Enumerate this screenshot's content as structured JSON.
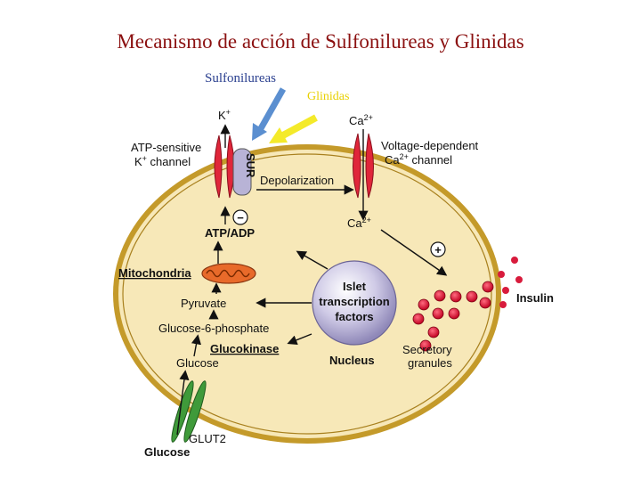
{
  "title": "Mecanismo de acción de Sulfonilureas y Glinidas",
  "drug_labels": {
    "sulfonilureas": "Sulfonilureas",
    "glinidas": "Glinidas"
  },
  "labels": {
    "k_ion": "K",
    "ca_top": "Ca",
    "atp_channel_1": "ATP-sensitive",
    "atp_channel_2": "K",
    "atp_channel_2b": " channel",
    "sur": "SUR",
    "vdcc_1": "Voltage-dependent",
    "vdcc_2": "Ca",
    "vdcc_2b": " channel",
    "depolarization": "Depolarization",
    "ca_inside": "Ca",
    "minus": "−",
    "plus": "+",
    "atp_adp": "ATP/ADP",
    "mitochondria": "Mitochondria",
    "pyruvate": "Pyruvate",
    "g6p": "Glucose-6-phosphate",
    "glucokinase": "Glucokinase",
    "glucose_inside": "Glucose",
    "nucleus_1": "Islet",
    "nucleus_2": "transcription",
    "nucleus_3": "factors",
    "nucleus_label": "Nucleus",
    "granules_1": "Secretory",
    "granules_2": "granules",
    "insulin": "Insulin",
    "glut2": "GLUT2",
    "glucose_outside": "Glucose",
    "sup_plus": "+",
    "sup_2plus": "2+"
  },
  "colors": {
    "title": "#8b1010",
    "cell_fill": "#f5e6b5",
    "membrane": "#c49a2a",
    "channel": "#e0263a",
    "glut": "#3f9a3a",
    "sulf_arrow": "#5b8fd0",
    "glin_arrow": "#f4ea2a",
    "nucleus": "#c9c4e0",
    "granule": "#d81b3c"
  }
}
